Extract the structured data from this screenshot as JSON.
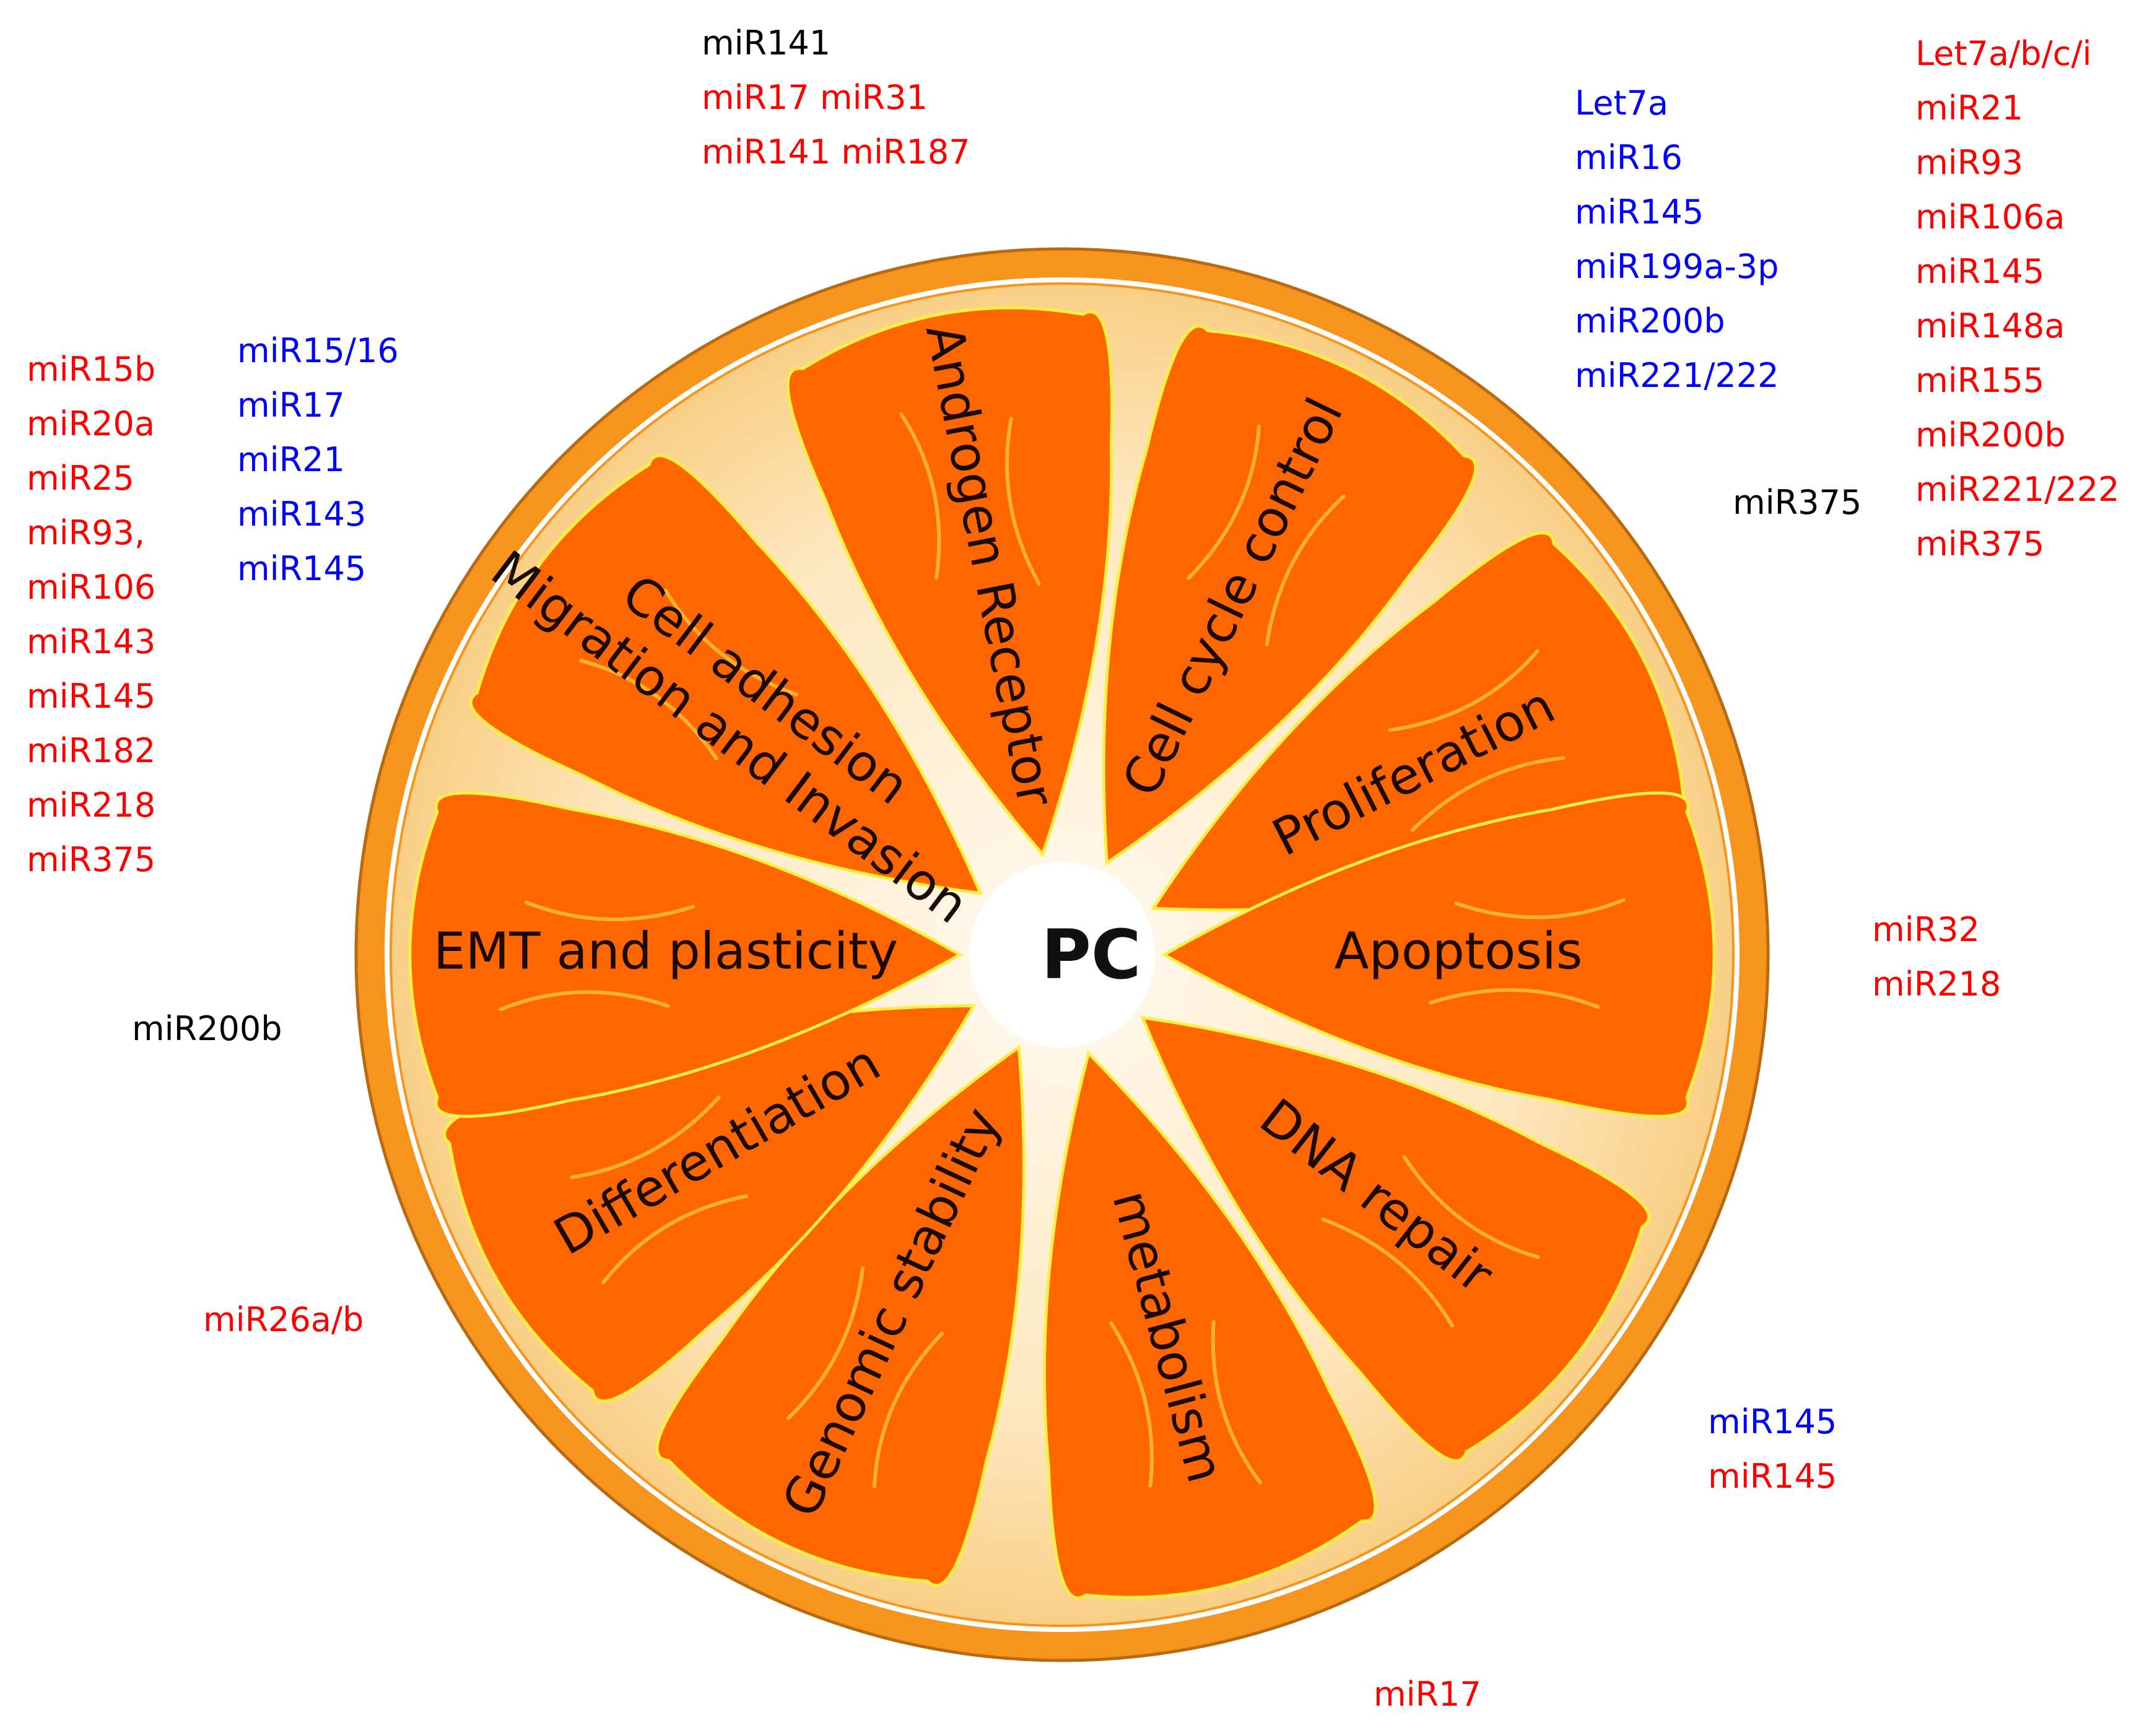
{
  "center_label": "PC",
  "segments": [
    {
      "id": "androgen",
      "label": "Androgen Receptor",
      "angle": -101
    },
    {
      "id": "cellcycle",
      "label": "Cell cycle control",
      "angle": -64
    },
    {
      "id": "prolif",
      "label": "Proliferation",
      "angle": -27
    },
    {
      "id": "apoptosis",
      "label": "Apoptosis",
      "angle": 0
    },
    {
      "id": "dna",
      "label": "DNA repair",
      "angle": 38
    },
    {
      "id": "metab",
      "label": "metabolism",
      "angle": 75
    },
    {
      "id": "genomic",
      "label": "Genomic stability",
      "angle": 115
    },
    {
      "id": "diff",
      "label": "Differentiation",
      "angle": 150
    },
    {
      "id": "emt",
      "label": "EMT and plasticity",
      "angle": 180
    },
    {
      "id": "adhesion",
      "label": "Cell adhesion",
      "label2": "Migration and Invasion",
      "angle": -143
    }
  ],
  "mirna_groups": [
    {
      "id": "top-center",
      "lines": [
        {
          "text": "miR141",
          "color": "#000000"
        },
        {
          "text": "miR17 miR31",
          "color": "#ff0000"
        },
        {
          "text": "miR141 miR187",
          "color": "#ff0000"
        }
      ]
    },
    {
      "id": "top-right-blue",
      "lines": [
        {
          "text": "Let7a",
          "color": "#0000ff"
        },
        {
          "text": "miR16",
          "color": "#0000ff"
        },
        {
          "text": "miR145",
          "color": "#0000ff"
        },
        {
          "text": "miR199a-3p",
          "color": "#0000ff"
        },
        {
          "text": "miR200b",
          "color": "#0000ff"
        },
        {
          "text": "miR221/222",
          "color": "#0000ff"
        }
      ]
    },
    {
      "id": "far-right-red",
      "lines": [
        {
          "text": "Let7a/b/c/i",
          "color": "#ff0000"
        },
        {
          "text": "miR21",
          "color": "#ff0000"
        },
        {
          "text": "miR93",
          "color": "#ff0000"
        },
        {
          "text": "miR106a",
          "color": "#ff0000"
        },
        {
          "text": "miR145",
          "color": "#ff0000"
        },
        {
          "text": "miR148a",
          "color": "#ff0000"
        },
        {
          "text": "miR155",
          "color": "#ff0000"
        },
        {
          "text": "miR200b",
          "color": "#ff0000"
        },
        {
          "text": "miR221/222",
          "color": "#ff0000"
        },
        {
          "text": "miR375",
          "color": "#ff0000"
        }
      ]
    },
    {
      "id": "right-mid",
      "lines": [
        {
          "text": "miR375",
          "color": "#000000"
        }
      ]
    },
    {
      "id": "left-red",
      "lines": [
        {
          "text": "miR15b",
          "color": "#ff0000"
        },
        {
          "text": "miR20a",
          "color": "#ff0000"
        },
        {
          "text": "miR25",
          "color": "#ff0000"
        },
        {
          "text": "miR93,",
          "color": "#ff0000"
        },
        {
          "text": "miR106",
          "color": "#ff0000"
        },
        {
          "text": "miR143",
          "color": "#ff0000"
        },
        {
          "text": "miR145",
          "color": "#ff0000"
        },
        {
          "text": "miR182",
          "color": "#ff0000"
        },
        {
          "text": "miR218",
          "color": "#ff0000"
        },
        {
          "text": "miR375",
          "color": "#ff0000"
        }
      ]
    },
    {
      "id": "left-blue",
      "lines": [
        {
          "text": "miR15/16",
          "color": "#0000ff"
        },
        {
          "text": "miR17",
          "color": "#0000ff"
        },
        {
          "text": "miR21",
          "color": "#0000ff"
        },
        {
          "text": "miR143",
          "color": "#0000ff"
        },
        {
          "text": "miR145",
          "color": "#0000ff"
        }
      ]
    },
    {
      "id": "left-black",
      "lines": [
        {
          "text": "miR200b",
          "color": "#000000"
        }
      ]
    },
    {
      "id": "right-apoptosis",
      "lines": [
        {
          "text": "miR32",
          "color": "#ff0000"
        },
        {
          "text": "miR218",
          "color": "#ff0000"
        }
      ]
    },
    {
      "id": "bottom-left",
      "lines": [
        {
          "text": "miR26a/b",
          "color": "#ff0000"
        }
      ]
    },
    {
      "id": "bottom-right",
      "lines": [
        {
          "text": "miR145",
          "color": "#0000ff"
        },
        {
          "text": "miR145",
          "color": "#ff0000"
        }
      ]
    },
    {
      "id": "bottom-center",
      "lines": [
        {
          "text": "miR17",
          "color": "#ff0000"
        }
      ]
    }
  ],
  "colors": {
    "rind": "#f7941d",
    "pith": "#fde3b4",
    "segment": "#ff6600",
    "segment_edge": "#ffee44",
    "vein": "#ffb030",
    "center": "#ffffff"
  }
}
